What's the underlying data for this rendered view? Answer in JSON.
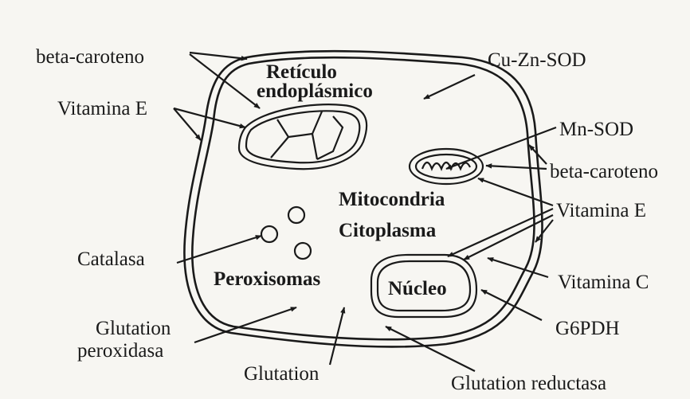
{
  "organelles": {
    "reticulum_line1": "Retículo",
    "reticulum_line2": "endoplásmico",
    "mitochondria": "Mitocondria",
    "cytoplasm": "Citoplasma",
    "peroxisomes": "Peroxisomas",
    "nucleus": "Núcleo"
  },
  "antioxidants": {
    "beta_carotene_left": "beta-caroteno",
    "vitamin_e_left": "Vitamina E",
    "catalase": "Catalasa",
    "glutathione_peroxidase_line1": "Glutation",
    "glutathione_peroxidase_line2": "peroxidasa",
    "glutathione": "Glutation",
    "glutathione_reductase": "Glutation reductasa",
    "cu_zn_sod": "Cu-Zn-SOD",
    "mn_sod": "Mn-SOD",
    "beta_carotene_right": "beta-caroteno",
    "vitamin_e_right": "Vitamina E",
    "vitamin_c": "Vitamina C",
    "g6pdh": "G6PDH"
  },
  "colors": {
    "ink": "#1a1a1a",
    "paper": "#f7f6f2"
  }
}
